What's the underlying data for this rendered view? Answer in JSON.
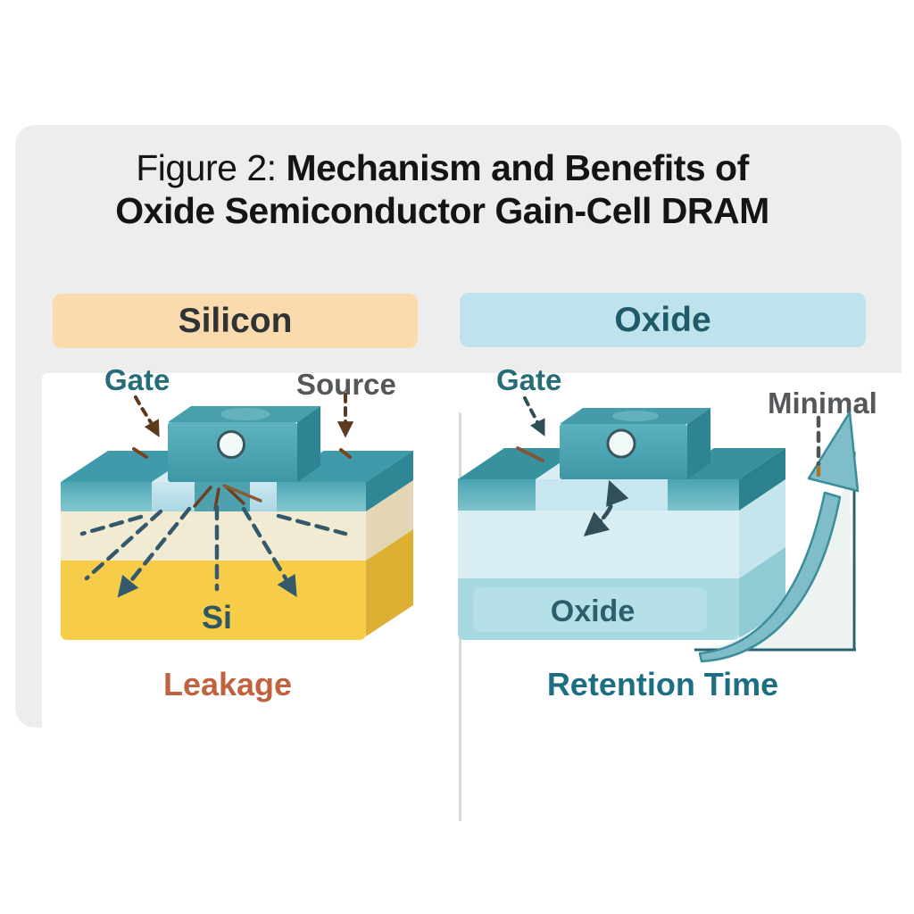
{
  "figure": {
    "title_prefix": "Figure 2:",
    "title_bold": "Mechanism and Benefits of",
    "title_line2": "Oxide Semiconductor Gain-Cell DRAM"
  },
  "left_panel": {
    "header": "Silicon",
    "gate_label": "Gate",
    "source_label": "Source",
    "substrate_label": "Si",
    "caption": "Leakage"
  },
  "right_panel": {
    "header": "Oxide",
    "gate_label": "Gate",
    "minimal_label": "Minimal",
    "body_label": "Oxide",
    "caption": "Retention Time"
  },
  "colors": {
    "card_bg": "#EDEDED",
    "silicon_header_bg": "#FBDBAD",
    "oxide_header_bg": "#BFE3EC",
    "leakage_text": "#C0623E",
    "retention_text": "#1C6F82",
    "gate_label_text": "#256E79",
    "neutral_label_text": "#55585A",
    "teal_block_top": "#3F9AA9",
    "teal_block_front": "#5FB2BE",
    "silicon_substrate_yellow": "#F6CC49",
    "silicon_interlayer_cream": "#F2EBD4",
    "oxide_body_light": "#D9EEF3",
    "oxide_body_band": "#A7D9E0",
    "leakage_arrow": "#33596B",
    "pointer_brown": "#5C3A1E",
    "charge_arrow": "#324E59",
    "growth_arrow_fill": "#7FBEC8",
    "growth_arrow_edge": "#3C8D9B"
  }
}
